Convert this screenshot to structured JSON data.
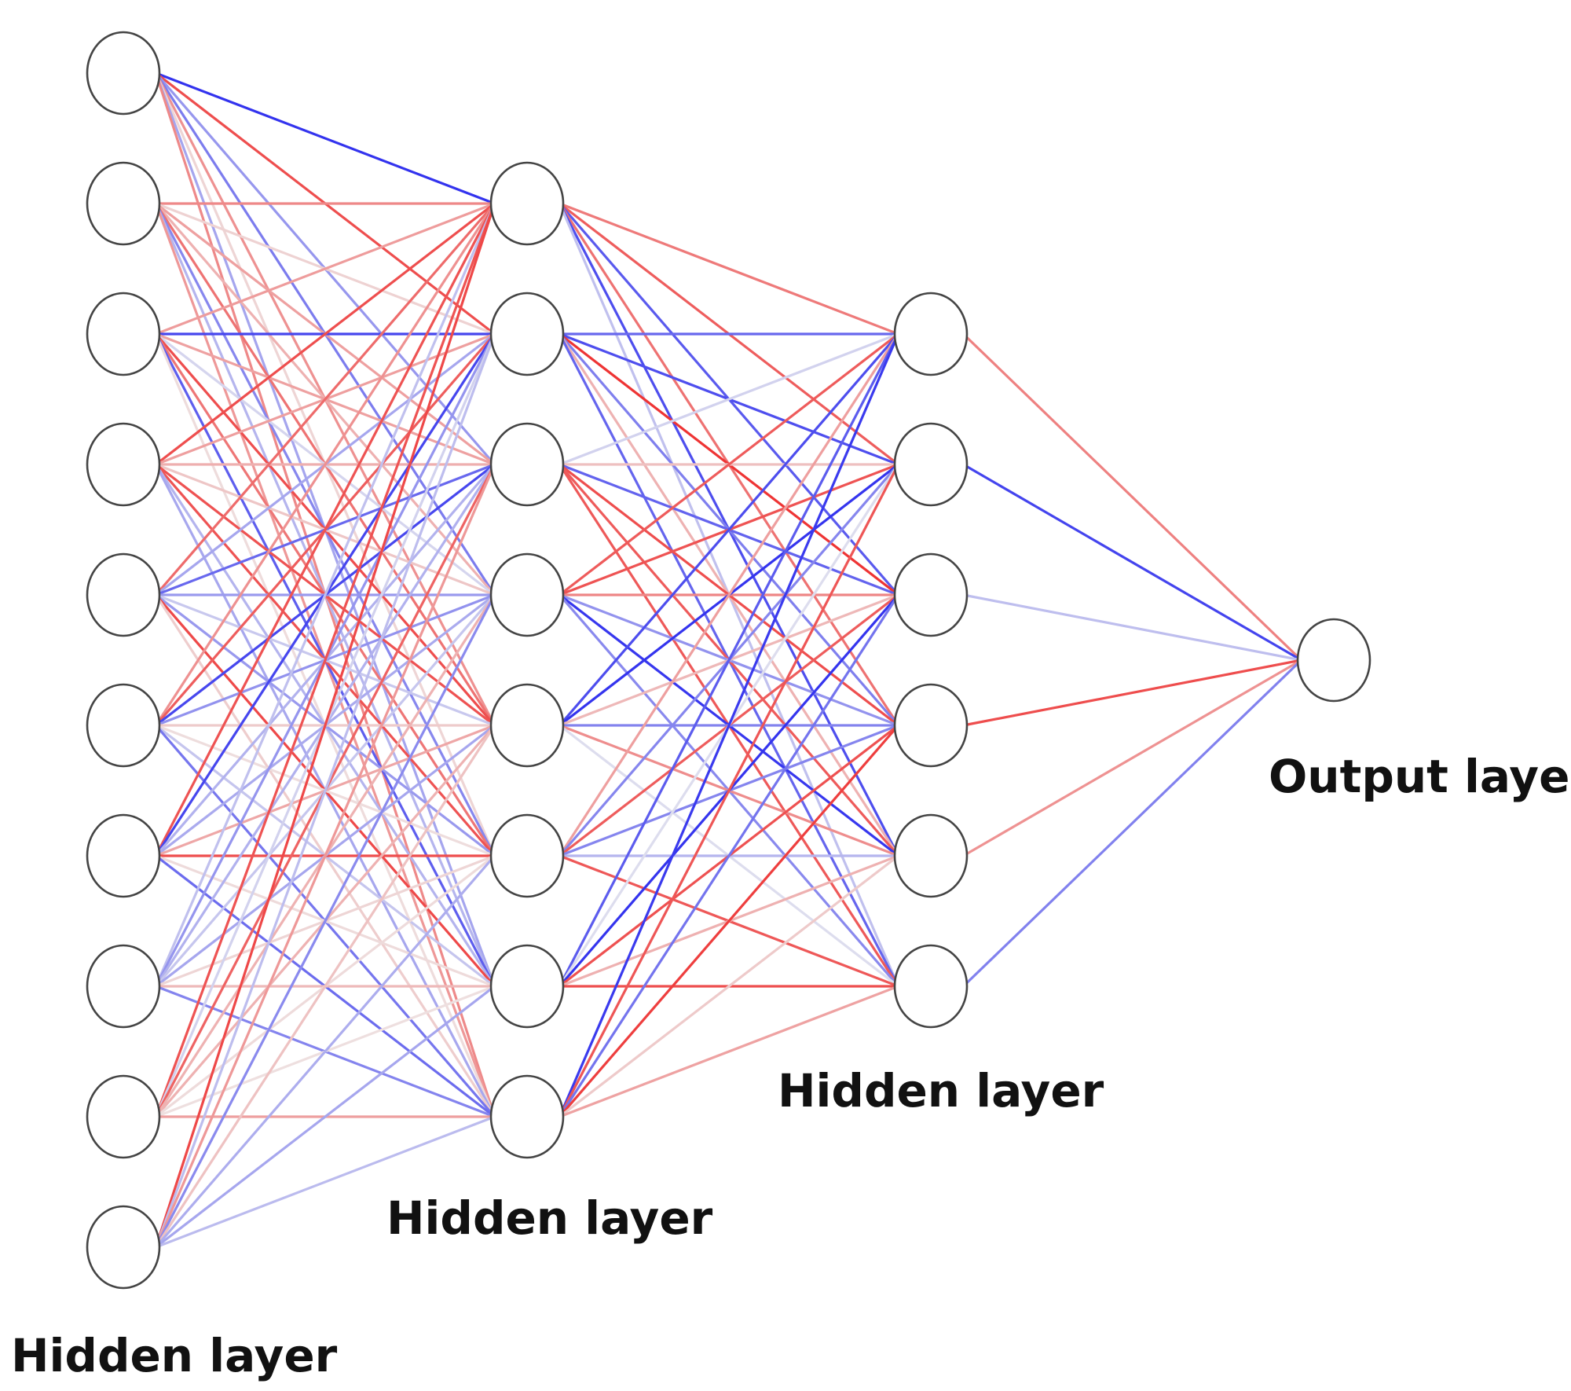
{
  "labels": {
    "layer1": "Hidden layer",
    "layer2": "Hidden layer",
    "layer3": "Hidden layer",
    "output": "Output layer"
  },
  "layers": [
    {
      "name": "hidden-layer-1",
      "size": 10
    },
    {
      "name": "hidden-layer-2",
      "size": 8
    },
    {
      "name": "hidden-layer-3",
      "size": 6
    },
    {
      "name": "output-layer",
      "size": 1
    }
  ],
  "colors": {
    "positive_weight": "#ee3333",
    "negative_weight": "#3333ee",
    "node_fill": "#ffffff",
    "node_stroke": "#444444"
  },
  "weights_output": [
    0.55,
    -0.9,
    -0.2,
    0.85,
    0.45,
    -0.55
  ]
}
